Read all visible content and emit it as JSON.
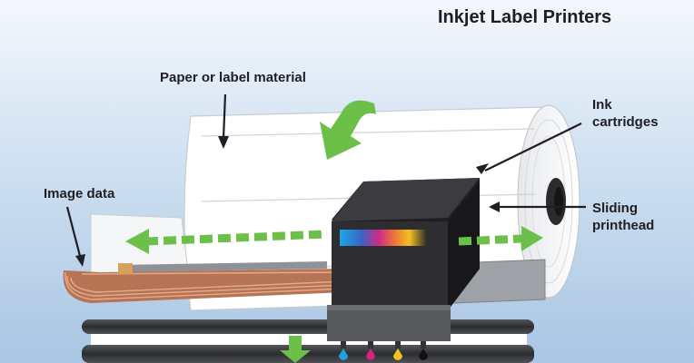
{
  "title": "Inkjet Label Printers",
  "labels": {
    "paper_material": "Paper or label material",
    "ink_cartridges": [
      "Ink",
      "cartridges"
    ],
    "image_data": "Image data",
    "sliding_printhead": [
      "Sliding",
      "printhead"
    ]
  },
  "colors": {
    "arrow_green": "#6cc04a",
    "cartridge_body": "#2a2a2c",
    "cable_copper": "#c88a6a",
    "roller": "#3a3a3e",
    "ink_cyan": "#1aa3dc",
    "ink_magenta": "#d6247a",
    "ink_yellow": "#f3c21a",
    "ink_black": "#111111"
  }
}
